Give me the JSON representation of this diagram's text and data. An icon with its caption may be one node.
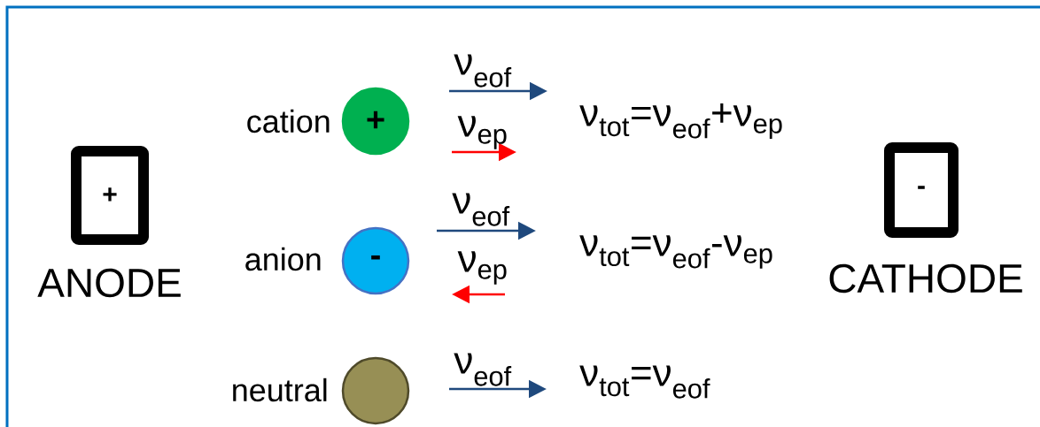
{
  "diagram": {
    "nodes": [
      {
        "text": [
          "+"
        ],
        "beside": [
          "ANODE"
        ]
      },
      {
        "text": [
          "+"
        ],
        "beside": [
          "cation"
        ]
      },
      {
        "text": [
          "-"
        ],
        "beside": [
          "anion"
        ]
      },
      {
        "text": [],
        "shape": "circle",
        "beside": [
          "neutral"
        ]
      },
      {
        "text": [
          "-"
        ],
        "beside": [
          "CATHODE"
        ]
      }
    ],
    "labels": [
      "ν$_{eof}$",
      "ν$_{ep}$",
      "ν$_{tot}$=ν$_{eof}$+ν$_{ep}$",
      "ν$_{eof}$",
      "ν$_{ep}$",
      "ν$_{tot}$=ν$_{eof}$-ν$_{ep}$",
      "ν$_{eof}$",
      "ν$_{tot}$=ν$_{eof}$"
    ]
  }
}
